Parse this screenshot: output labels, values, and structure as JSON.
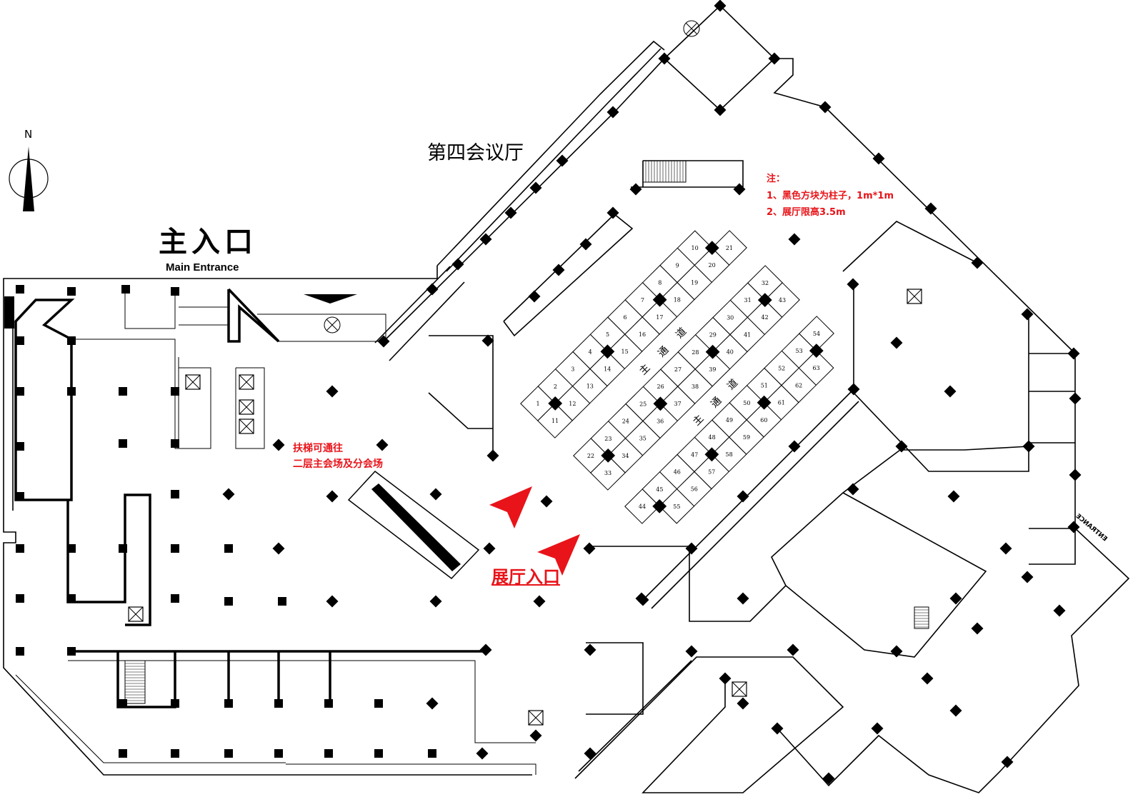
{
  "title_labels": {
    "conference_hall": "第四会议厅",
    "main_entrance_cn": "主入口",
    "main_entrance_en": "Main Entrance",
    "escalator_note_line1": "扶梯可通往",
    "escalator_note_line2": "二层主会场及分会场",
    "hall_entrance": "展厅入口",
    "entrance_sign": "ENTRANCE"
  },
  "compass": {
    "north_label": "N"
  },
  "notes": {
    "heading": "注：",
    "items": [
      "1、黑色方块为柱子，1m*1m",
      "2、展厅限高3.5m"
    ]
  },
  "aisle_label": [
    "主",
    "通",
    "道"
  ],
  "booth_blocks": [
    {
      "left": [
        "1",
        "2",
        "3",
        "4",
        "5",
        "6",
        "7",
        "8",
        "9",
        "10"
      ],
      "right": [
        "11",
        "12",
        "13",
        "14",
        "15",
        "16",
        "17",
        "18",
        "19",
        "20",
        "21"
      ]
    },
    {
      "left": [
        "22",
        "23",
        "24",
        "25",
        "26",
        "27",
        "28",
        "29",
        "30",
        "31",
        "32"
      ],
      "right": [
        "33",
        "34",
        "35",
        "36",
        "37",
        "38",
        "39",
        "40",
        "41",
        "42",
        "43"
      ]
    },
    {
      "left": [
        "44",
        "45",
        "46",
        "47",
        "48",
        "49",
        "50",
        "51",
        "52",
        "53",
        "54"
      ],
      "right": [
        "55",
        "56",
        "57",
        "58",
        "59",
        "60",
        "61",
        "62",
        "63"
      ]
    }
  ],
  "colors": {
    "accent_red": "#e8141a",
    "line": "#000000"
  }
}
